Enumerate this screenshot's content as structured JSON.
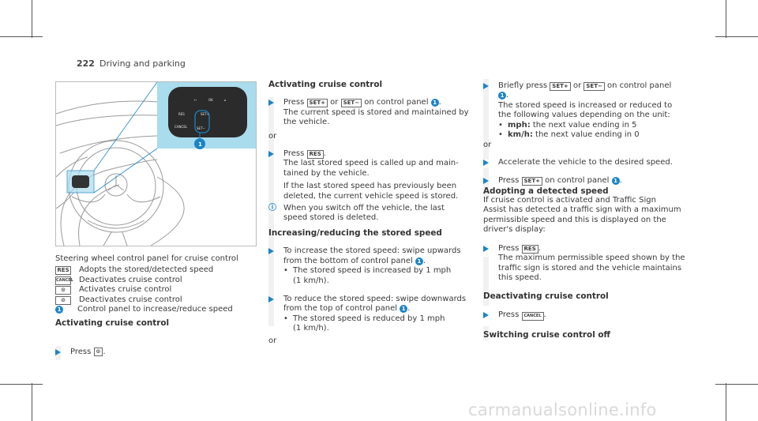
{
  "header": {
    "page_number": "222",
    "section": "Driving and parking"
  },
  "figure": {
    "caption": "Steering wheel control panel for cruise control",
    "callout": "1",
    "buttons": {
      "back": "↩",
      "home": "⌂",
      "res": "RES",
      "set_plus": "SET+",
      "set_minus": "SET−",
      "cancel": "CANCEL",
      "ok": "OK"
    }
  },
  "icons": {
    "res": "RES",
    "cancel": "CANCEL",
    "set_plus": "SET+",
    "set_minus": "SET−",
    "cruise_on": "⊙",
    "cruise_off": "⊘"
  },
  "legend": [
    {
      "icon": "RES",
      "text": "Adopts the stored/detected speed"
    },
    {
      "icon": "CANCEL",
      "text": "Deactivates cruise control"
    },
    {
      "icon": "⊙",
      "text": "Activates cruise control"
    },
    {
      "icon": "⊘",
      "text": "Deactivates cruise control"
    },
    {
      "icon": "1",
      "text": "Control panel to increase/reduce speed"
    }
  ],
  "col1": {
    "heading": "Activating cruise control",
    "step_press": "Press",
    "step_end": "."
  },
  "col2": {
    "heading1": "Activating cruise control",
    "s1_a": "Press",
    "s1_or": "or",
    "s1_b": "on control panel",
    "s1_end": ".",
    "s1_line2": "The current speed is stored and maintained by",
    "s1_line3": "the vehicle.",
    "or1": "or",
    "s2_a": "Press",
    "s2_end": ".",
    "s2_l1": "The last stored speed is called up and main-",
    "s2_l2": "tained by the vehicle.",
    "s2_l3": "If the last stored speed has previously been",
    "s2_l4": "deleted, the current vehicle speed is stored.",
    "info_l1": "When you switch off the vehicle, the last",
    "info_l2": "speed stored is deleted.",
    "heading2": "Increasing/reducing the stored speed",
    "s3_l1": "To increase the stored speed: swipe upwards",
    "s3_l2": "from the bottom of control panel",
    "s3_b1": "The stored speed is increased by 1 mph",
    "s3_b2": "(1 km/h).",
    "s4_l1": "To reduce the stored speed: swipe downwards",
    "s4_l2": "from the top of control panel",
    "s4_b1": "The stored speed is reduced by 1 mph",
    "s4_b2": "(1 km/h).",
    "or2": "or"
  },
  "col3": {
    "s1_a": "Briefly press",
    "s1_or": "or",
    "s1_b": "on control panel",
    "s1_l2": "The stored speed is increased or reduced to",
    "s1_l3": "the following values depending on the unit:",
    "b1_k": "mph:",
    "b1_v": "the next value ending in 5",
    "b2_k": "km/h:",
    "b2_v": "the next value ending in 0",
    "or1": "or",
    "s2": "Accelerate the vehicle to the desired speed.",
    "s3_a": "Press",
    "s3_b": "on control panel",
    "heading1": "Adopting a detected speed",
    "p1": "If cruise control is activated and Traffic Sign",
    "p2": "Assist has detected a traffic sign with a maximum",
    "p3": "permissible speed and this is displayed on the",
    "p4": "driver's display:",
    "s4_a": "Press",
    "s4_l2": "The maximum permissible speed shown by the",
    "s4_l3": "traffic sign is stored and the vehicle maintains",
    "s4_l4": "this speed.",
    "heading2": "Deactivating cruise control",
    "s5_a": "Press",
    "heading3": "Switching cruise control off"
  },
  "watermark": "carmanualsonline.info",
  "colors": {
    "accent": "#1c84c6",
    "text": "#3a3a3a",
    "bar": "#f1f1f1",
    "figure_panel": "#a9dced"
  }
}
